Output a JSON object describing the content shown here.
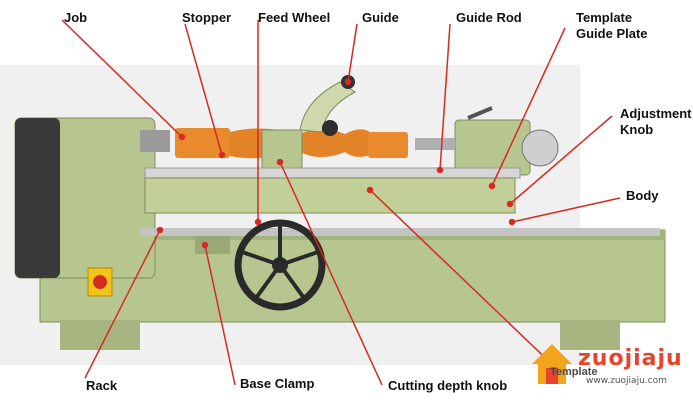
{
  "labels": {
    "job": "Job",
    "stopper": "Stopper",
    "feed_wheel": "Feed Wheel",
    "guide": "Guide",
    "guide_rod": "Guide Rod",
    "template_guide_plate": [
      "Template",
      "Guide Plate"
    ],
    "adjustment_knob": [
      "Adjustment",
      "Knob"
    ],
    "body": "Body",
    "rack": "Rack",
    "base_clamp": "Base Clamp",
    "cutting_depth_knob": "Cutting depth knob",
    "template": "Template"
  },
  "watermark": {
    "brand": "zuojiaju",
    "url": "www.zuojiaju.com"
  },
  "colors": {
    "machine_green": "#b7c58f",
    "machine_green_dark": "#7f8c5e",
    "machine_green_light": "#cfd9ad",
    "wood": "#e98a2e",
    "metal": "#c7c7c7",
    "metal_dark": "#8a8a8a",
    "wheel": "#2a2a2a",
    "pointer": "#d42b22",
    "watermark_red": "#e8442d",
    "watermark_orange": "#f2a51c"
  },
  "icons": {
    "power_switch": "warning-switch-icon",
    "watermark_logo": "house-logo-icon"
  }
}
